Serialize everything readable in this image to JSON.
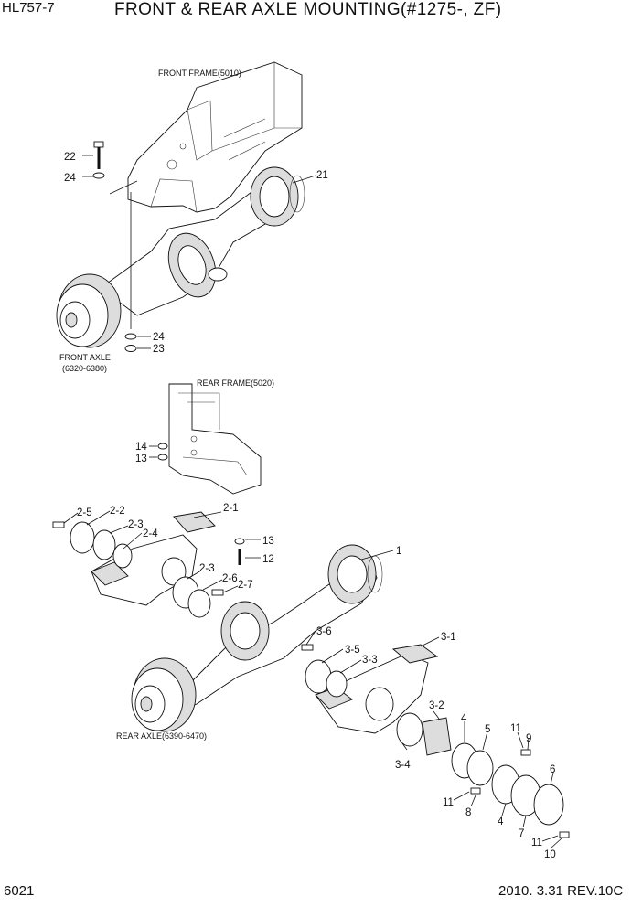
{
  "header": {
    "model": "HL757-7",
    "title": "FRONT & REAR AXLE MOUNTING(#1275-, ZF)"
  },
  "footer": {
    "page_number": "6021",
    "revision": "2010. 3.31  REV.10C"
  },
  "captions": {
    "front_frame": "FRONT FRAME(5010)",
    "front_axle_1": "FRONT AXLE",
    "front_axle_2": "(6320-6380)",
    "rear_frame": "REAR FRAME(5020)",
    "rear_axle": "REAR AXLE(6390-6470)"
  },
  "callouts": {
    "c22": "22",
    "c24a": "24",
    "c21": "21",
    "c24b": "24",
    "c23": "23",
    "c14": "14",
    "c13a": "13",
    "c2_5": "2-5",
    "c2_2": "2-2",
    "c2_3a": "2-3",
    "c2_4": "2-4",
    "c2_1": "2-1",
    "c13b": "13",
    "c12": "12",
    "c2_3b": "2-3",
    "c2_6": "2-6",
    "c2_7": "2-7",
    "c1": "1",
    "c3_6": "3-6",
    "c3_5": "3-5",
    "c3_3": "3-3",
    "c3_1": "3-1",
    "c3_2": "3-2",
    "c4a": "4",
    "c5": "5",
    "c11a": "11",
    "c9": "9",
    "c3_4": "3-4",
    "c6": "6",
    "c11b": "11",
    "c8": "8",
    "c4b": "4",
    "c7": "7",
    "c11c": "11",
    "c10": "10"
  }
}
